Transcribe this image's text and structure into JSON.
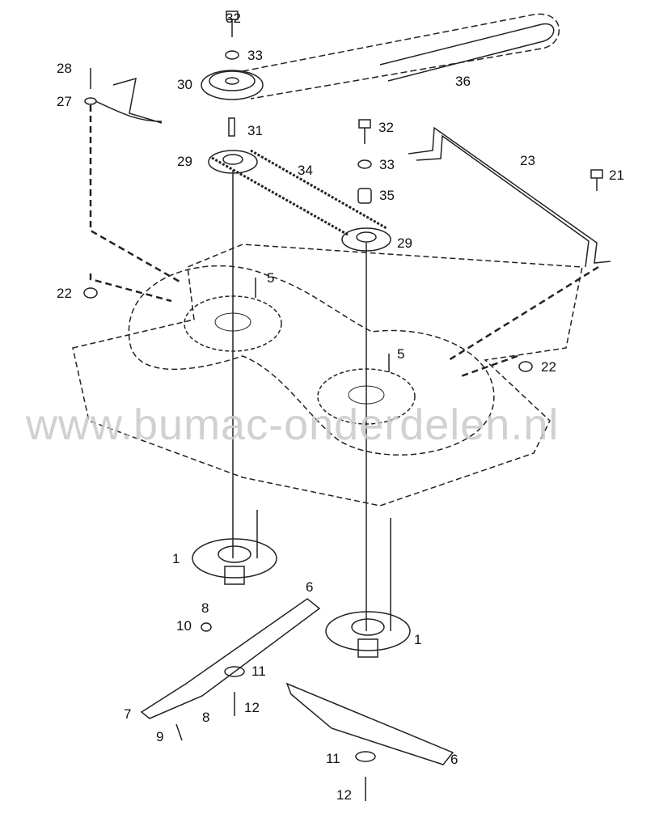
{
  "watermark": "www.bumac-onderdelen.nl",
  "callouts": {
    "c32a": "32",
    "c33a": "33",
    "c28": "28",
    "c30": "30",
    "c36": "36",
    "c27": "27",
    "c31": "31",
    "c32b": "32",
    "c29a": "29",
    "c34": "34",
    "c33b": "33",
    "c23": "23",
    "c21": "21",
    "c35": "35",
    "c29b": "29",
    "c5a": "5",
    "c22a": "22",
    "c5b": "5",
    "c22b": "22",
    "c1a": "1",
    "c6a": "6",
    "c8a": "8",
    "c10": "10",
    "c1b": "1",
    "c11a": "11",
    "c7": "7",
    "c12a": "12",
    "c8b": "8",
    "c9": "9",
    "c11b": "11",
    "c6b": "6",
    "c12b": "12"
  },
  "colors": {
    "line": "#222222",
    "watermark": "#c9c9c9"
  }
}
